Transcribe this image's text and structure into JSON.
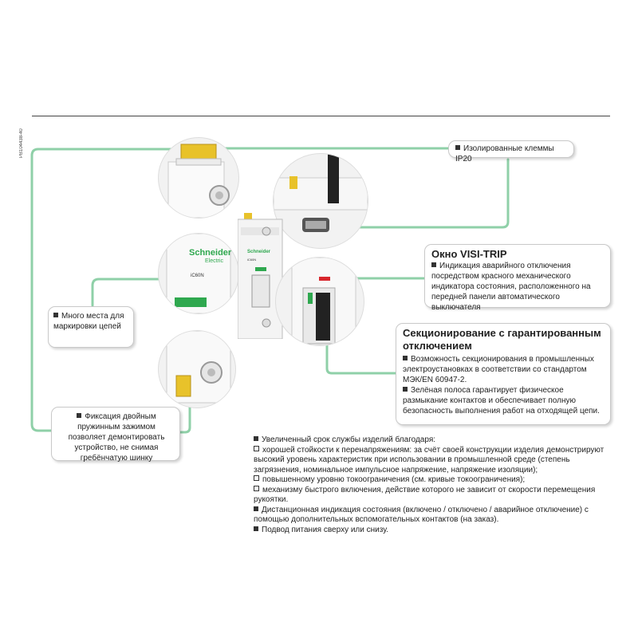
{
  "doc_id": "PB104438-40",
  "brand": {
    "name": "Schneider",
    "sub": "Electric"
  },
  "device_model": "iC60N",
  "callouts": {
    "ip20": {
      "text": "Изолированные клеммы IP20"
    },
    "marking": {
      "text": "Много места для маркировки цепей"
    },
    "clamp": {
      "text": "Фиксация двойным пружинным зажимом позволяет демонтировать устройство, не снимая гребёнчатую шинку"
    },
    "visitrip": {
      "title": "Окно VISI-TRIP",
      "text": "Индикация аварийного отключения посредством красного механического индикатора состояния, расположенного на передней панели автоматического выключателя"
    },
    "isolation": {
      "title": "Секционирование с гарантированным отключением",
      "items": [
        "Возможность секционирования в промышленных электроустановках в соответствии со стандартом МЭК/EN 60947-2.",
        "Зелёная полоса гарантирует физическое размыкание контактов и обеспечивает полную безопасность выполнения работ на отходящей цепи."
      ]
    }
  },
  "bullets": [
    {
      "marker": "filled",
      "text": "Увеличенный срок службы изделий благодаря:"
    },
    {
      "marker": "open",
      "text": "хорошей стойкости к перенапряжениям: за счёт своей конструкции изделия демонстрируют высокий уровень характеристик при использовании в промышленной среде (степень загрязнения, номинальное импульсное напряжение, напряжение изоляции);"
    },
    {
      "marker": "open",
      "text": "повышенному уровню токоограничения (см. кривые токоограничения);"
    },
    {
      "marker": "open",
      "text": "механизму быстрого включения, действие которого не зависит от скорости перемещения рукоятки."
    },
    {
      "marker": "filled",
      "text": "Дистанционная индикация состояния (включено / отключено / аварийное отключение) с помощью дополнительных вспомогательных контактов (на заказ)."
    },
    {
      "marker": "filled",
      "text": "Подвод питания сверху или снизу."
    }
  ],
  "colors": {
    "leader": "#8fd0a8",
    "border": "#c9c9c9",
    "green": "#2fa84f",
    "red": "#d8262c",
    "yellow": "#e8c22a"
  }
}
